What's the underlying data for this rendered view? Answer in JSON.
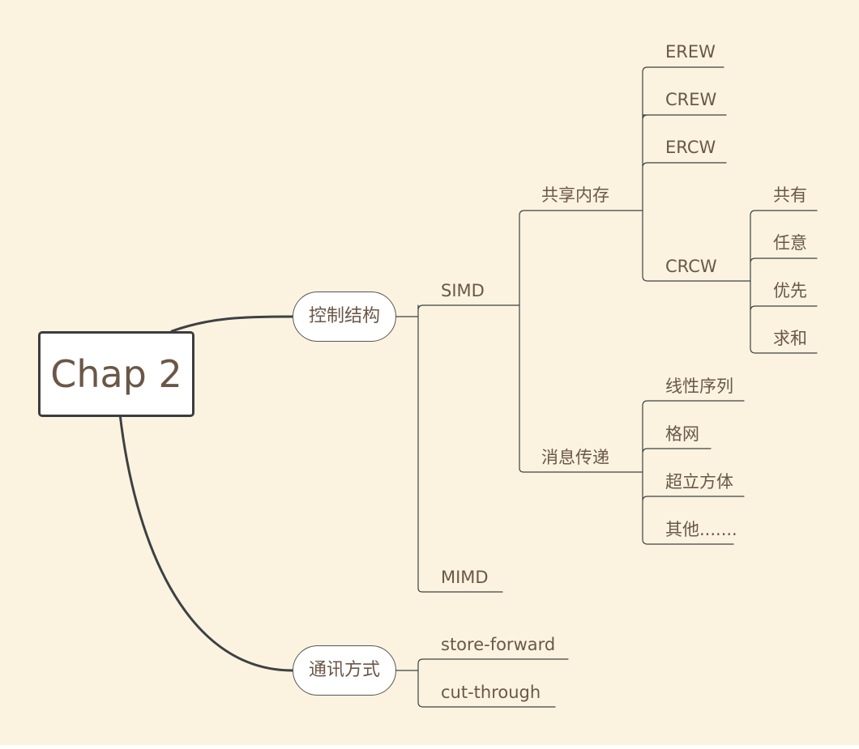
{
  "root": {
    "label": "Chap 2"
  },
  "main_branches": [
    {
      "label": "控制结构"
    },
    {
      "label": "通讯方式"
    }
  ],
  "control": {
    "simd": {
      "label": "SIMD"
    },
    "mimd": {
      "label": "MIMD"
    },
    "shared_memory": {
      "label": "共享内存",
      "children": [
        "EREW",
        "CREW",
        "ERCW",
        "CRCW"
      ],
      "crcw_children": [
        "共有",
        "任意",
        "优先",
        "求和"
      ]
    },
    "message_passing": {
      "label": "消息传递",
      "children": [
        "线性序列",
        "格网",
        "超立方体",
        "其他......."
      ]
    }
  },
  "communication": {
    "children": [
      "store-forward",
      "cut-through"
    ]
  },
  "colors": {
    "background": "#fbf3df",
    "text": "#6b5747",
    "line": "#3d4144",
    "root_border": "#3a3d3f"
  }
}
